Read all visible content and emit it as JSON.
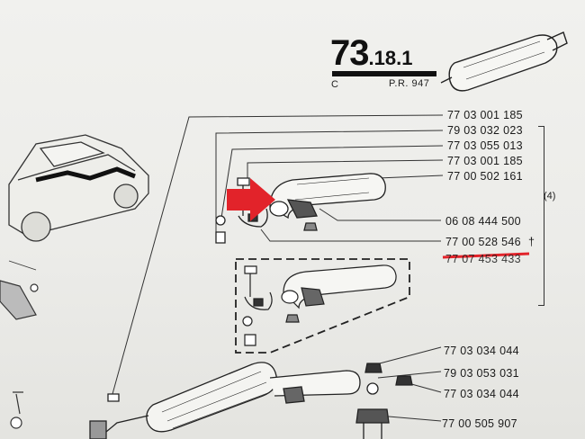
{
  "header": {
    "section_major": "73",
    "section_minor": ".18.1",
    "code_letter": "C",
    "pr_ref": "P.R. 947"
  },
  "parts": [
    "77 03 001 185",
    "79 03 032 023",
    "77 03 055 013",
    "77 03 001 185",
    "77 00 502 161",
    "06 08 444 500",
    "77 00 528 546",
    "77 07 453 433",
    "77 03 034 044",
    "79 03 053 031",
    "77 03 034 044",
    "77 00 505 907"
  ],
  "dagger": "†",
  "quantity_note": "(4)",
  "colors": {
    "arrow": "#e2232a",
    "strike": "#e2232a",
    "ink": "#1a1a1a"
  }
}
